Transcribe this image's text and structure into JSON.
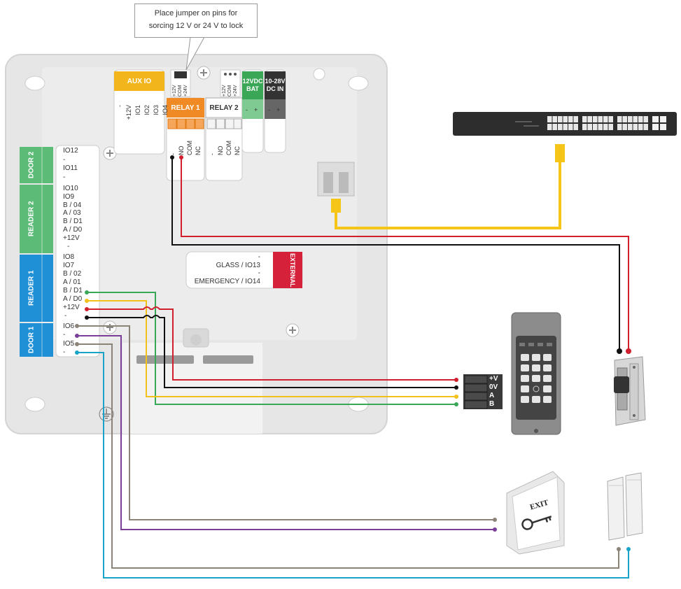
{
  "callout": {
    "line1": "Place jumper on pins for",
    "line2": "sorcing 12 V or 24 V to lock"
  },
  "connectors": {
    "aux_io": "AUX IO",
    "relay1": "RELAY 1",
    "relay2": "RELAY 2",
    "bat_line1": "12VDC",
    "bat_line2": "BAT",
    "dcin_line1": "10-28V",
    "dcin_line2": "DC IN",
    "door2": "DOOR 2",
    "reader2": "READER 2",
    "reader1": "READER 1",
    "door1": "DOOR 1",
    "external": "EXTERNAL"
  },
  "jumper_pins": [
    "+12V",
    "COM",
    "+24V"
  ],
  "aux_pins": [
    "-",
    "+12V",
    "IO1",
    "IO2",
    "IO3",
    "IO4"
  ],
  "relay_pins": [
    "-",
    "NO",
    "COM",
    "NC"
  ],
  "bat_pins": [
    "-",
    "+"
  ],
  "dcin_pins": [
    "-",
    "+"
  ],
  "door2_pins": [
    "IO12",
    "-",
    "IO11",
    "-"
  ],
  "reader2_pins": [
    "IO10",
    "IO9",
    "B / 04",
    "A / 03",
    "B / D1",
    "A / D0",
    "+12V",
    "-"
  ],
  "reader1_pins": [
    "IO8",
    "IO7",
    "B / 02",
    "A / 01",
    "B / D1",
    "A / D0",
    "+12V",
    "-"
  ],
  "door1_pins": [
    "IO6",
    "-",
    "IO5",
    "-"
  ],
  "external_pins": [
    "-",
    "GLASS / IO13",
    "-",
    "EMERGENCY / IO14"
  ],
  "reader_terminal": [
    "+V",
    "0V",
    "A",
    "B"
  ],
  "exit_button": "EXIT",
  "colors": {
    "red": "#d0202e",
    "black": "#111111",
    "yellow": "#f2c21b",
    "green": "#3aa757",
    "purple": "#7b3f98",
    "gray": "#8b8378",
    "cyan": "#1aa3c8",
    "ethernet": "#f5c518",
    "aux": "#f2b51b",
    "relay1": "#f08a24",
    "door_reader2": "#5dbb78",
    "reader1_door1": "#1f8fd6",
    "external": "#d6213a",
    "bat": "#3aa757",
    "dcin": "#333333"
  }
}
